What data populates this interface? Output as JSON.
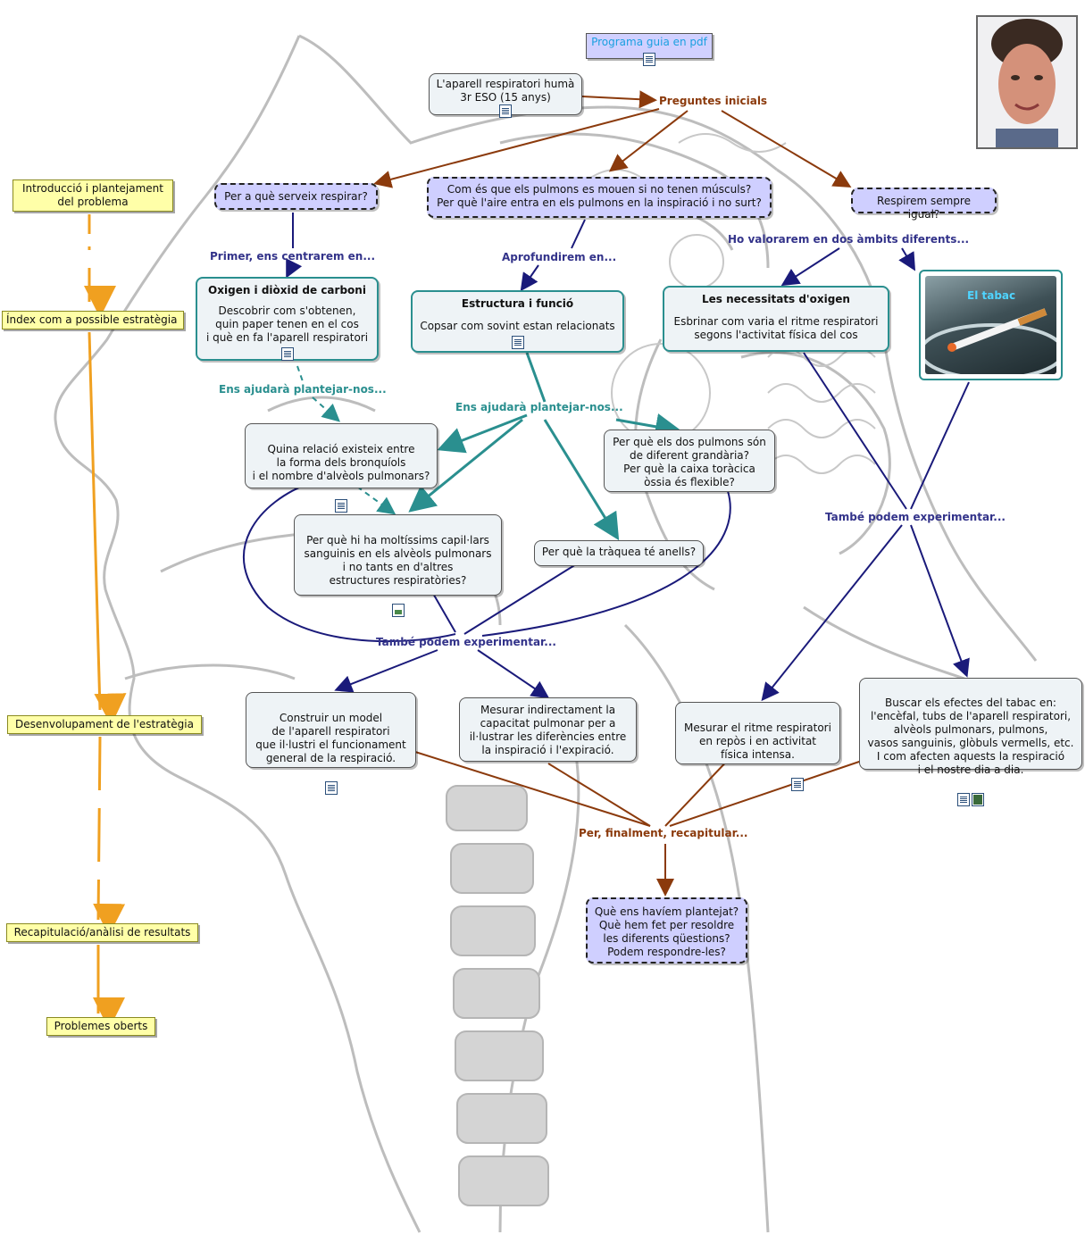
{
  "top": {
    "pdf_link": "Programa guia en pdf",
    "main_title": "L'aparell respiratori humà\n3r ESO (15 anys)"
  },
  "sidebar": {
    "items": [
      "Introducció i plantejament del problema",
      "Índex com a possible estratègia",
      "Desenvolupament de l'estratègia",
      "Recapitulació/anàlisi de resultats",
      "Problemes oberts"
    ]
  },
  "link_labels": {
    "preguntes": "Preguntes inicials",
    "primer": "Primer, ens centrarem en...",
    "aprofundirem": "Aprofundirem en...",
    "valorarem": "Ho valorarem en dos àmbits diferents...",
    "ajudara1": "Ens ajudarà plantejar-nos...",
    "ajudara2": "Ens ajudarà plantejar-nos...",
    "experimentar1": "També podem experimentar...",
    "experimentar2": "També podem experimentar...",
    "finalment": "Per, finalment, recapitular..."
  },
  "questions": {
    "q1": "Per a què serveix respirar?",
    "q2": "Com és que els pulmons es mouen si no tenen músculs?\nPer què l'aire entra en els pulmons en la inspiració i no surt?",
    "q3": "Respirem sempre igual?"
  },
  "concepts": {
    "oxigen": {
      "title": "Oxigen i diòxid de carboni",
      "text": "Descobrir com s'obtenen,\nquin paper tenen en el cos\ni què en fa l'aparell respiratori"
    },
    "estructura": {
      "title": "Estructura i funció",
      "text": "Copsar com sovint estan relacionats"
    },
    "necessitats": {
      "title": "Les necessitats d'oxigen",
      "text": "Esbrinar com varia el ritme respiratori\nsegons l'activitat física del cos"
    }
  },
  "tabac": {
    "label": "El tabac"
  },
  "subquestions": {
    "bronquiols": "Quina relació existeix entre\nla forma dels bronquíols\ni el nombre d'alvèols pulmonars?",
    "pulmons": "Per què els dos pulmons són\nde diferent grandària?\nPer què la caixa toràcica\nòssia és flexible?",
    "capillars": "Per què hi ha moltíssims capil·lars\nsanguinis en els alvèols pulmonars\ni no tants en d'altres\nestructures respiratòries?",
    "traquea": "Per què la tràquea té anells?"
  },
  "activities": {
    "model": "Construir un model\nde l'aparell respiratori\nque il·lustri el funcionament\ngeneral de la respiració.",
    "capacitat": "Mesurar indirectament la\ncapacitat pulmonar per a\nil·lustrar les diferències entre\nla inspiració i l'expiració.",
    "ritme": "Mesurar el ritme respiratori\nen repòs i en activitat\nfísica intensa.",
    "efectes": "Buscar els efectes del tabac en:\nl'encèfal, tubs de l'aparell respiratori,\nalvèols pulmonars, pulmons,\nvasos sanguinis, glòbuls vermells, etc.\nI com afecten aquests la respiració\ni el nostre dia a dia."
  },
  "final": {
    "text": "Què ens havíem plantejat?\nQuè hem fet per resoldre\nles diferents qüestions?\nPodem respondre-les?"
  },
  "colors": {
    "brown": "#8b3a0c",
    "navy": "#1a1a7a",
    "teal": "#2a8f8f",
    "orange": "#f0a020",
    "purple_node": "#cfcfff",
    "yellow_note": "#ffffa8"
  },
  "icons": [
    "document-icon",
    "image-icon",
    "film-icon",
    "portrait-photo",
    "cigarette-photo"
  ]
}
